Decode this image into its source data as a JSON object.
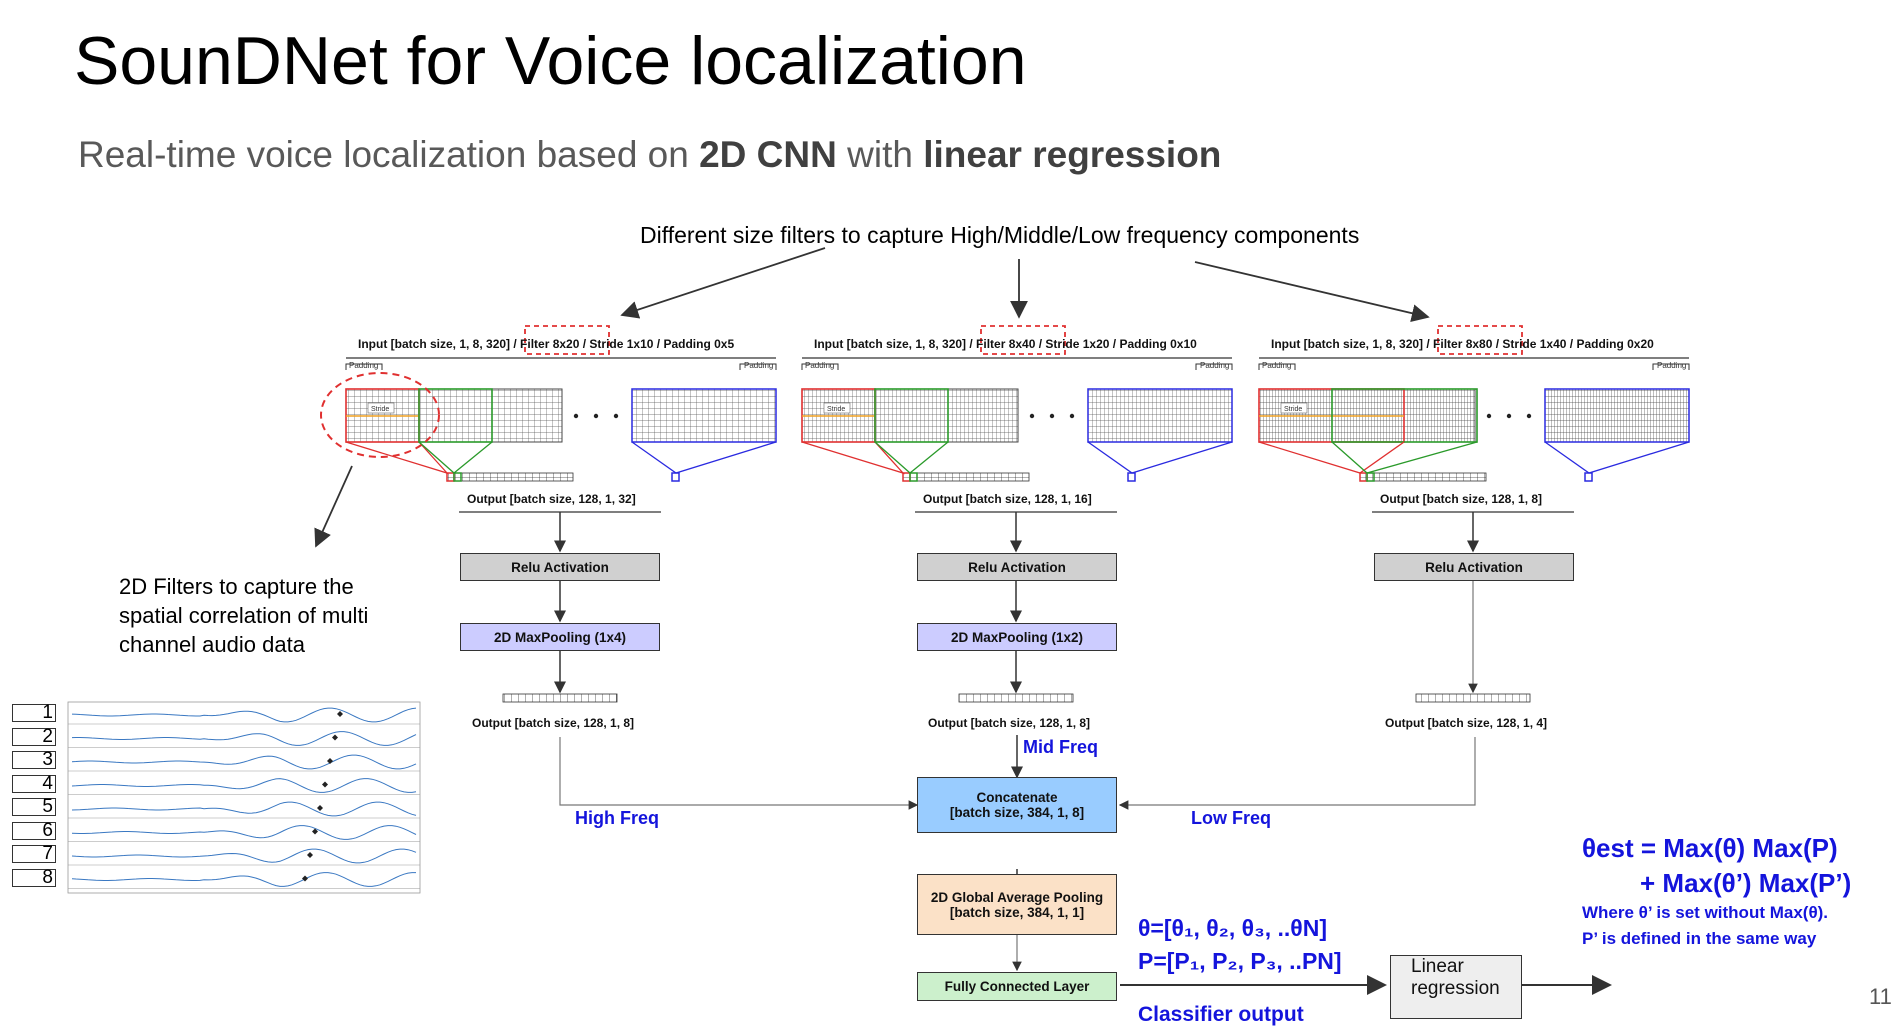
{
  "title": "SounDNet for Voice localization",
  "subtitle": {
    "prefix": "Real-time voice localization based on ",
    "b1": "2D CNN",
    "mid": " with ",
    "b2": "linear regression"
  },
  "top_note": "Different size filters to capture High/Middle/Low frequency components",
  "branches": [
    {
      "input_label": "Input [batch size, 1, 8, 320] / Filter 8x20 / Stride 1x10 / Padding 0x5",
      "output1": "Output [batch size, 128, 1, 32]",
      "relu": "Relu Activation",
      "pool": "2D MaxPooling (1x4)",
      "output2": "Output [batch size, 128, 1, 8]"
    },
    {
      "input_label": "Input [batch size, 1, 8, 320] / Filter 8x40 / Stride 1x20 / Padding 0x10",
      "output1": "Output [batch size, 128, 1, 16]",
      "relu": "Relu Activation",
      "pool": "2D MaxPooling (1x2)",
      "output2": "Output [batch size, 128, 1, 8]"
    },
    {
      "input_label": "Input [batch size, 1, 8, 320] / Filter 8x80 / Stride 1x40 / Padding 0x20",
      "output1": "Output [batch size, 128, 1, 8]",
      "relu": "Relu Activation",
      "output2": "Output [batch size, 128, 1, 4]"
    }
  ],
  "grid_labels": {
    "padding": "Padding",
    "stride": "Stride"
  },
  "freq_labels": {
    "high": "High Freq",
    "mid": "Mid Freq",
    "low": "Low Freq"
  },
  "concat": {
    "line1": "Concatenate",
    "line2": "[batch size, 384, 1, 8]"
  },
  "gap": {
    "line1": "2D Global Average Pooling",
    "line2": "[batch size, 384, 1, 1]"
  },
  "fc": "Fully Connected Layer",
  "linear": {
    "line1": "Linear",
    "line2": "regression"
  },
  "theta_vec": "θ=[θ₁, θ₂, θ₃, ..θN]",
  "p_vec": "P=[P₁, P₂, P₃, ..PN]",
  "classifier": "Classifier output",
  "estimate": {
    "line1": "θest = Max(θ) Max(P)",
    "line2": "+ Max(θ’) Max(P’)",
    "note1": "Where θ’ is set without Max(θ).",
    "note2": "P’ is defined in the same way"
  },
  "filters_note": "2D Filters to capture the spatial correlation of multi channel audio data",
  "channels": [
    "1",
    "2",
    "3",
    "4",
    "5",
    "6",
    "7",
    "8"
  ],
  "page_number": "11",
  "colors": {
    "red": "#e03030",
    "green": "#2a9a2a",
    "blue": "#2a2ae0",
    "accent": "#1414dc"
  }
}
